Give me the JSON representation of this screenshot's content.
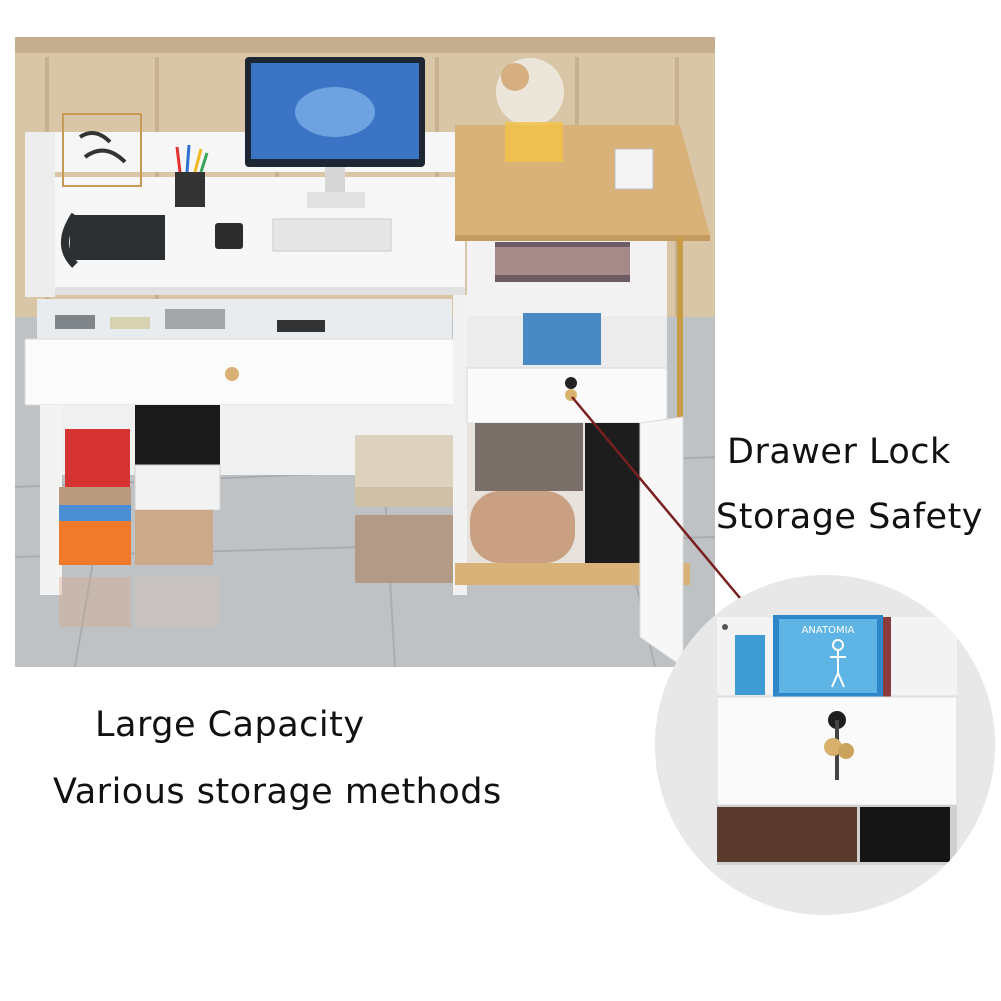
{
  "captions": {
    "drawer_lock": "Drawer Lock",
    "storage_safety": "Storage Safety",
    "large_capacity": "Large Capacity",
    "various_methods": "Various storage methods"
  },
  "zoom_book_title": "ANATOMIA",
  "colors": {
    "wood": "#d9b27a",
    "desk_white": "#f7f7f7",
    "floor": "#b9bcc0",
    "wall": "#d8c4a4",
    "arrow": "#7a1f1f",
    "book_blue": "#3a9ad6"
  }
}
